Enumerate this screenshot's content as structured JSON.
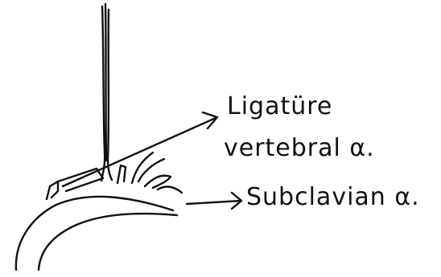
{
  "labels": {
    "ligature_line1": "Ligatüre",
    "ligature_line2": "vertebral α.",
    "subclavian": "Subclavian α."
  },
  "colors": {
    "ink": "#111111",
    "background": "#ffffff"
  }
}
